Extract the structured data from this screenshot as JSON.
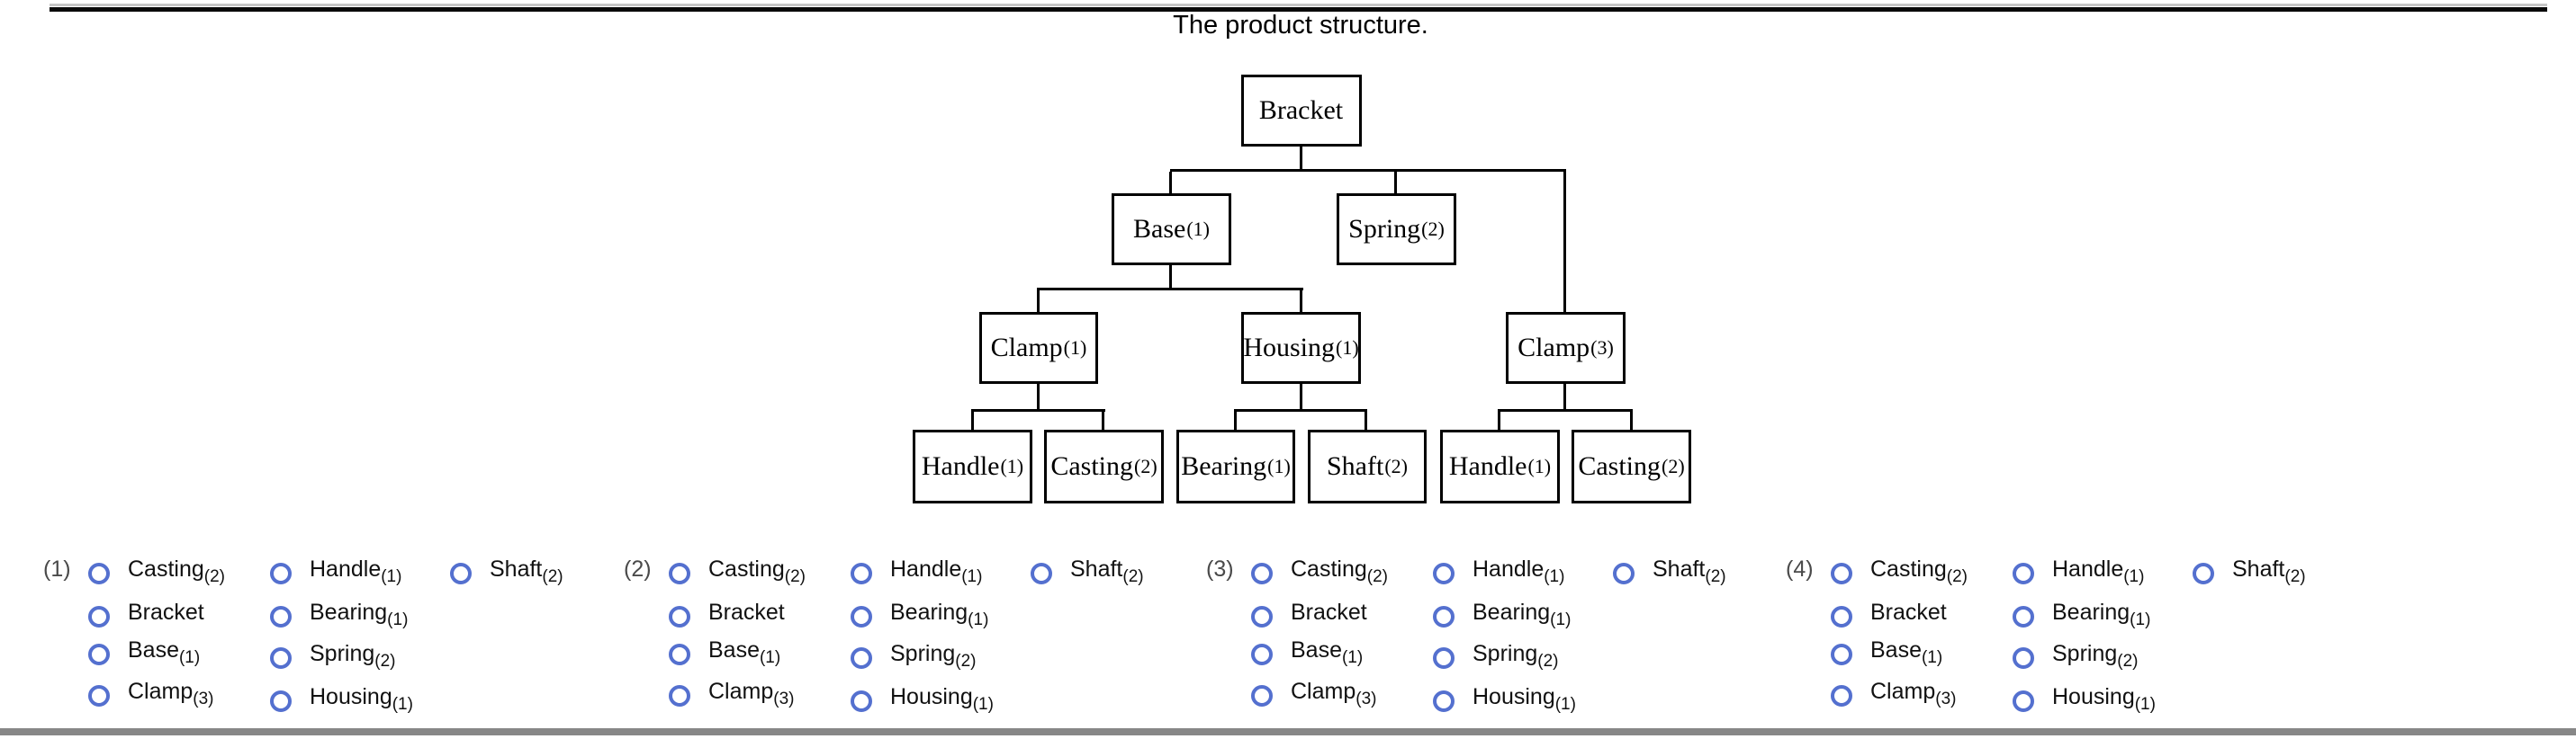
{
  "title": "The product structure.",
  "colors": {
    "radio_ring": "#5470cf",
    "connector": "#000000",
    "top_rule_gray": "#c6c6c6",
    "top_rule_black": "#0a0a0a",
    "bottom_bar": "#878787"
  },
  "tree": {
    "nodes": {
      "bracket": {
        "name": "Bracket",
        "sub": ""
      },
      "base": {
        "name": "Base",
        "sub": "(1)"
      },
      "spring": {
        "name": "Spring",
        "sub": "(2)"
      },
      "clamp1": {
        "name": "Clamp",
        "sub": "(1)"
      },
      "housing": {
        "name": "Housing",
        "sub": "(1)"
      },
      "clamp3": {
        "name": "Clamp",
        "sub": "(3)"
      },
      "handle_a": {
        "name": "Handle",
        "sub": "(1)"
      },
      "casting_a": {
        "name": "Casting",
        "sub": "(2)"
      },
      "bearing": {
        "name": "Bearing",
        "sub": "(1)"
      },
      "shaft": {
        "name": "Shaft",
        "sub": "(2)"
      },
      "handle_b": {
        "name": "Handle",
        "sub": "(1)"
      },
      "casting_b": {
        "name": "Casting",
        "sub": "(2)"
      }
    }
  },
  "questions": {
    "labels": [
      "(1)",
      "(2)",
      "(3)",
      "(4)"
    ],
    "columns": [
      [
        {
          "name": "Casting",
          "sub": "(2)"
        },
        {
          "name": "Bracket",
          "sub": ""
        },
        {
          "name": "Base",
          "sub": "(1)"
        },
        {
          "name": "Clamp",
          "sub": "(3)"
        }
      ],
      [
        {
          "name": "Handle",
          "sub": "(1)"
        },
        {
          "name": "Bearing",
          "sub": "(1)"
        },
        {
          "name": "Spring",
          "sub": "(2)"
        },
        {
          "name": "Housing",
          "sub": "(1)"
        }
      ],
      [
        {
          "name": "Shaft",
          "sub": "(2)"
        }
      ]
    ]
  }
}
